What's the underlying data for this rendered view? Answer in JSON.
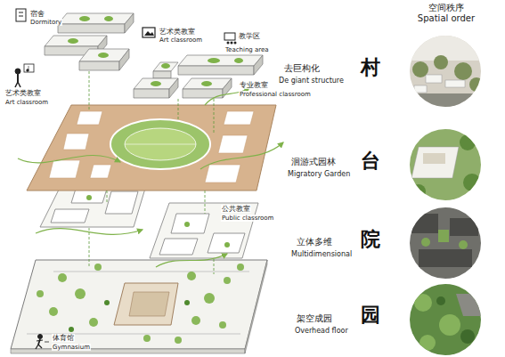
{
  "diagram": {
    "title": "空间秩序 Spatial order",
    "labels": [
      "宿舍",
      "Dormitory",
      "艺术类教室",
      "Art classroom",
      "教学区",
      "Teaching area",
      "艺术类教室",
      "Art classroom",
      "专业教室",
      "Professional classroom",
      "公共教室",
      "Public classroom",
      "体育馆",
      "Gymnasium",
      "去巨构化",
      "De giant structure",
      "村",
      "洄游式园林",
      "Migratory Garden",
      "台",
      "立体多维",
      "Multidimensional",
      "院",
      "架空成园",
      "Overhead floor",
      "园"
    ]
  }
}
